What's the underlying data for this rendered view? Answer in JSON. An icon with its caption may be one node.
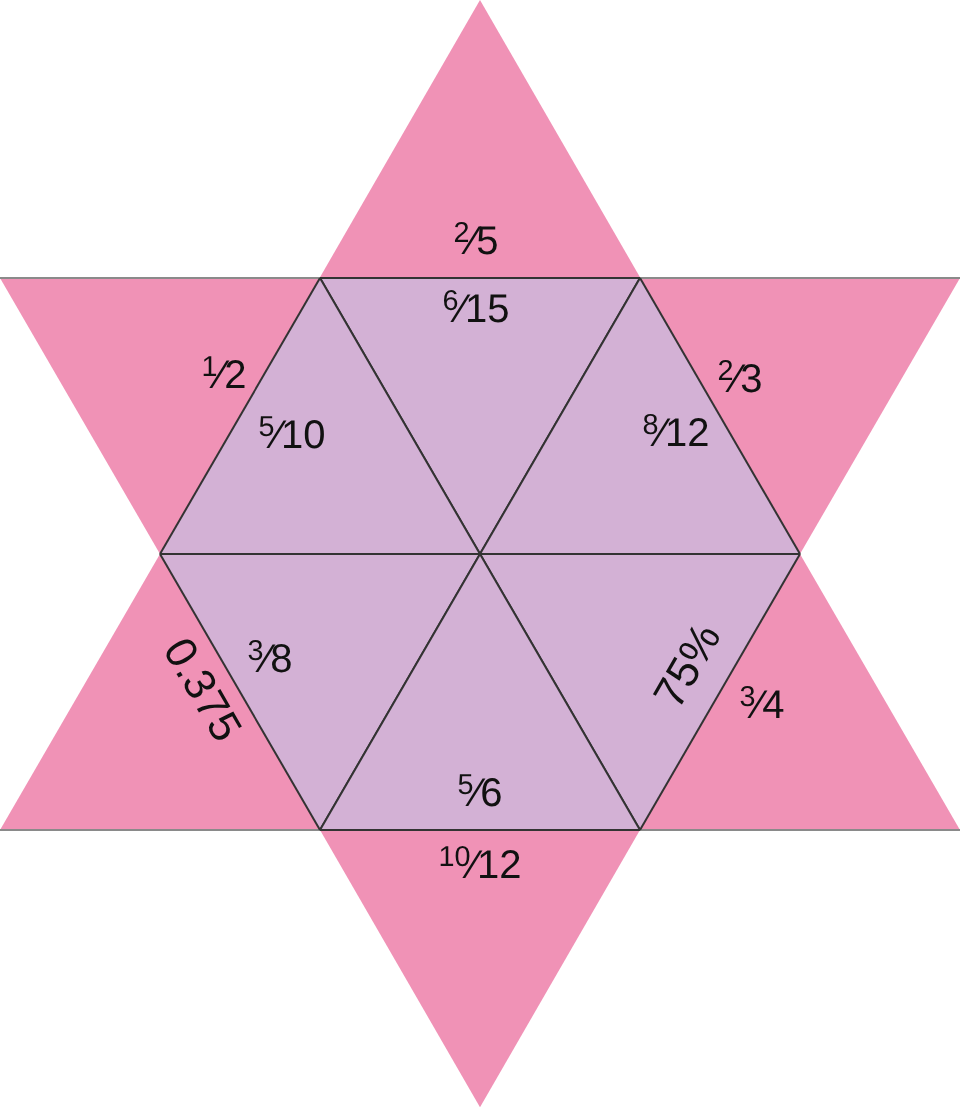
{
  "diagram": {
    "nodes": [
      {
        "text": [
          "$^{2}$⁄5"
        ]
      },
      {
        "text": [
          "$^{6}$⁄15"
        ]
      },
      {
        "text": [
          "$^{1}$⁄2"
        ]
      },
      {
        "text": [
          "$^{5}$⁄10"
        ]
      },
      {
        "text": [
          "$^{8}$⁄12"
        ]
      },
      {
        "text": [
          "$^{2}$⁄3"
        ]
      },
      {
        "text": [
          "0.375"
        ]
      },
      {
        "text": [
          "$^{3}$⁄8"
        ]
      },
      {
        "text": [
          "75%"
        ]
      },
      {
        "text": [
          "$^{3}$⁄4"
        ]
      },
      {
        "text": [
          "$^{5}$⁄6"
        ]
      },
      {
        "text": [
          "$^{10}$⁄12"
        ]
      }
    ]
  }
}
